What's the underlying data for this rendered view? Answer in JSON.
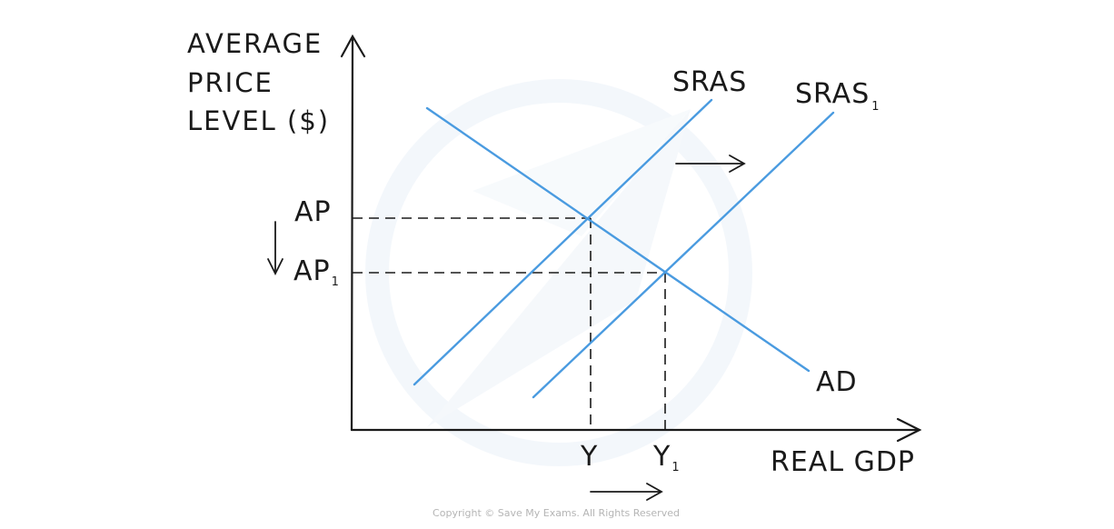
{
  "y_axis_label": {
    "line1": "AVERAGE",
    "line2": "PRICE",
    "line3": "LEVEL ($)"
  },
  "x_axis_label": "REAL GDP",
  "curves": {
    "sras": {
      "name": "SRAS",
      "sub": ""
    },
    "sras1": {
      "name": "SRAS",
      "sub": "1"
    },
    "ad": {
      "name": "AD"
    }
  },
  "price_levels": {
    "ap": {
      "name": "AP",
      "sub": ""
    },
    "ap1": {
      "name": "AP",
      "sub": "1"
    }
  },
  "output_levels": {
    "y": {
      "name": "Y",
      "sub": ""
    },
    "y1": {
      "name": "Y",
      "sub": "1"
    }
  },
  "copyright": "Copyright © Save My Exams. All Rights Reserved",
  "colors": {
    "curve": "#4a9be0",
    "axis": "#1a1a1a",
    "watermark": "#eef3f9"
  }
}
